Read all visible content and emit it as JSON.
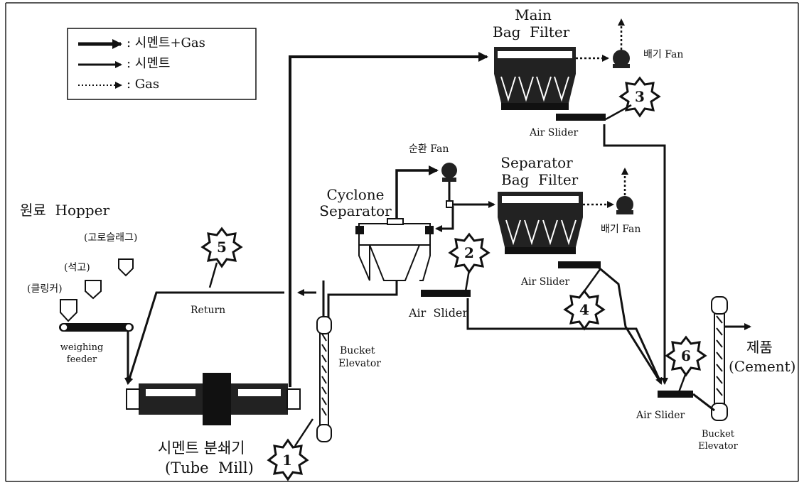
{
  "legend": {
    "items": [
      {
        "symbol": ": ",
        "text": "시멘트+Gas"
      },
      {
        "symbol": ": ",
        "text": "시멘트"
      },
      {
        "symbol": ": ",
        "text": "Gas"
      }
    ]
  },
  "labels": {
    "main_bag_filter_1": "Main",
    "main_bag_filter_2": "Bag  Filter",
    "exhaust_fan_1": "배기 Fan",
    "air_slider_1": "Air Slider",
    "circ_fan": "순환 Fan",
    "sep_bag_filter_1": "Separator",
    "sep_bag_filter_2": "Bag  Filter",
    "exhaust_fan_2": "배기 Fan",
    "cyclone_1": "Cyclone",
    "cyclone_2": "Separator",
    "hopper": "원료  Hopper",
    "hopper_slag": "(고로슬래그)",
    "hopper_gypsum": "(석고)",
    "hopper_clinker": "(클링커)",
    "return": "Return",
    "air_slider_2": "Air  Slider",
    "air_slider_3": "Air Slider",
    "weighing_1": "weighing",
    "weighing_2": "feeder",
    "bucket_1a": "Bucket",
    "bucket_1b": "Elevator",
    "product_1": "제품",
    "product_2": "(Cement)",
    "air_slider_4": "Air Slider",
    "bucket_2a": "Bucket",
    "bucket_2b": "Elevator",
    "mill_1": "시멘트 분쇄기",
    "mill_2": "(Tube  Mill)"
  },
  "markers": [
    "1",
    "2",
    "3",
    "4",
    "5",
    "6"
  ]
}
